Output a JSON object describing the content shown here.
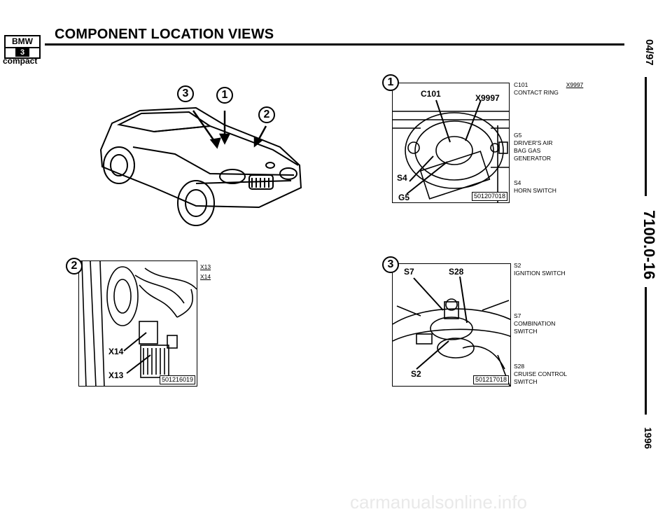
{
  "header": {
    "logo_top": "BMW",
    "logo_model": "3",
    "title": "COMPONENT LOCATION VIEWS",
    "subtitle": "compact"
  },
  "side_strip": {
    "date": "04/97",
    "page_number": "7100.0-16",
    "year": "1996"
  },
  "car_view": {
    "callouts": [
      "3",
      "1",
      "2"
    ]
  },
  "view1": {
    "number": "1",
    "labels": [
      "C101",
      "X9997",
      "S4",
      "G5"
    ],
    "ref": "501207018",
    "descriptions": [
      {
        "code": "C101",
        "code2": "X9997",
        "text": "CONTACT RING"
      },
      {
        "code": "G5",
        "text": "DRIVER'S AIR BAG GAS GENERATOR"
      },
      {
        "code": "S4",
        "text": "HORN SWITCH"
      }
    ]
  },
  "view2": {
    "number": "2",
    "labels": [
      "X14",
      "X13"
    ],
    "ref": "501216019",
    "descriptions": [
      {
        "code": "X13"
      },
      {
        "code": "X14"
      }
    ]
  },
  "view3": {
    "number": "3",
    "labels": [
      "S7",
      "S28",
      "S2"
    ],
    "ref": "501217018",
    "descriptions": [
      {
        "code": "S2",
        "text": "IGNITION SWITCH"
      },
      {
        "code": "S7",
        "text": "COMBINATION SWITCH"
      },
      {
        "code": "S28",
        "text": "CRUISE CONTROL SWITCH"
      }
    ]
  },
  "footer": {
    "watermark": "carmanualsonline.info"
  }
}
